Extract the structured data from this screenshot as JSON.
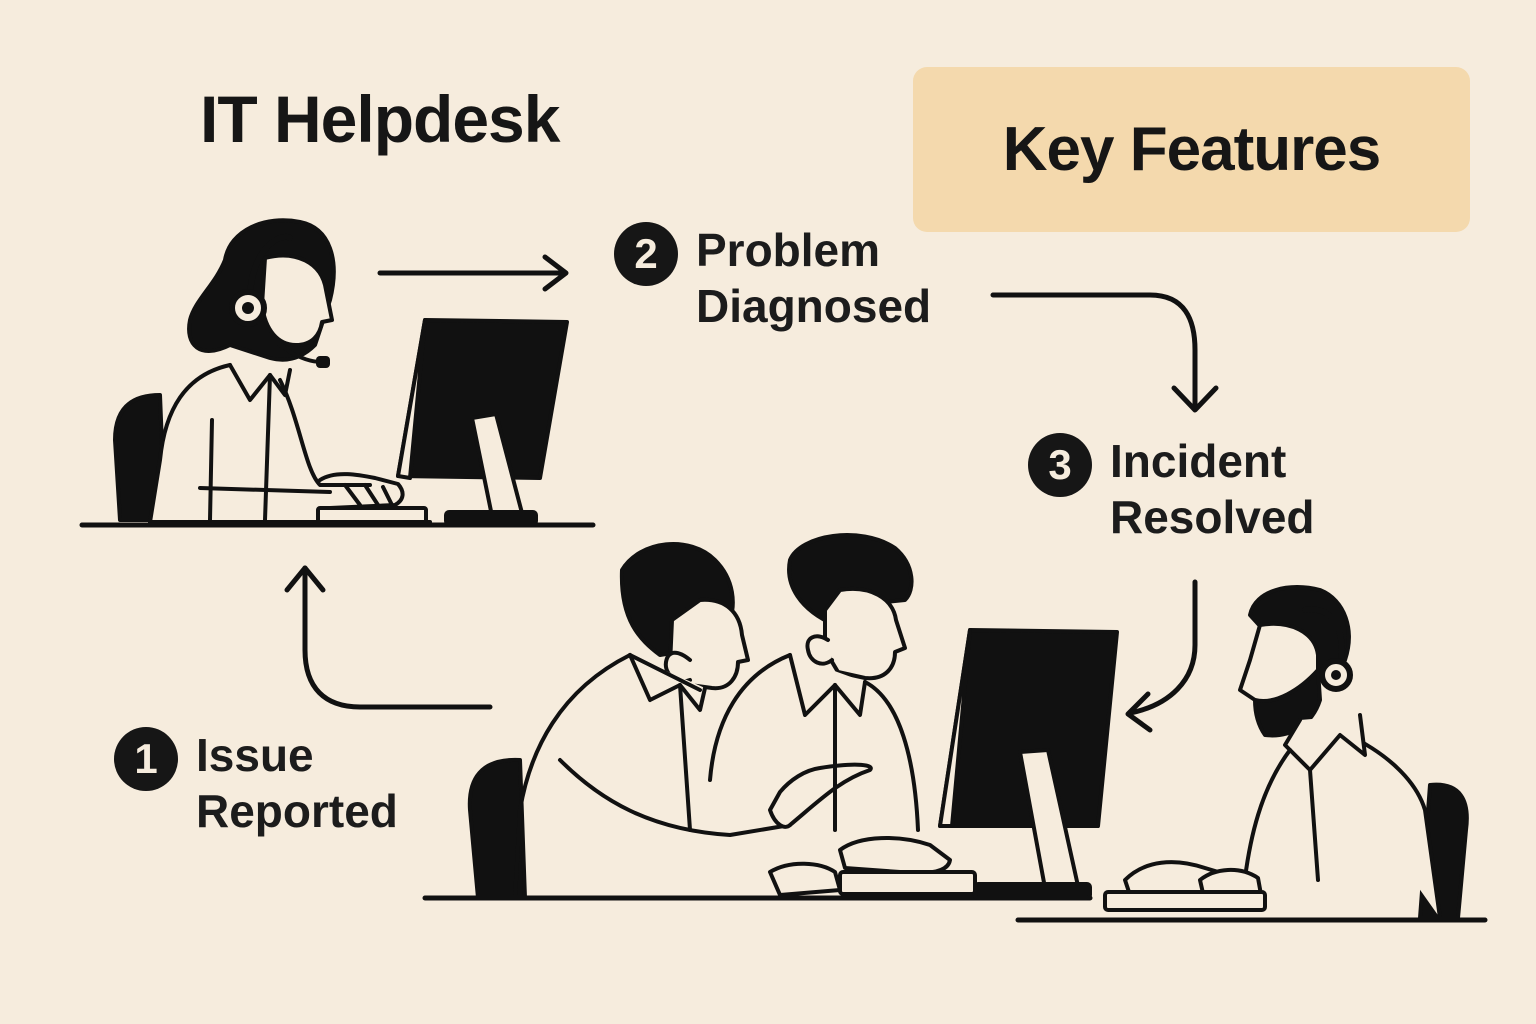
{
  "header": {
    "title": "IT Helpdesk"
  },
  "badge": {
    "label": "Key Features"
  },
  "steps": [
    {
      "number": "1",
      "line1": "Issue",
      "line2": "Reported"
    },
    {
      "number": "2",
      "line1": "Problem",
      "line2": "Diagnosed"
    },
    {
      "number": "3",
      "line1": "Incident",
      "line2": "Resolved"
    }
  ],
  "colors": {
    "background": "#f6ecdd",
    "badge": "#f4d9ad",
    "ink": "#161616"
  },
  "icons": [
    "headset-agent-illustration",
    "monitor-icon",
    "team-at-computer-illustration",
    "flow-arrow"
  ]
}
